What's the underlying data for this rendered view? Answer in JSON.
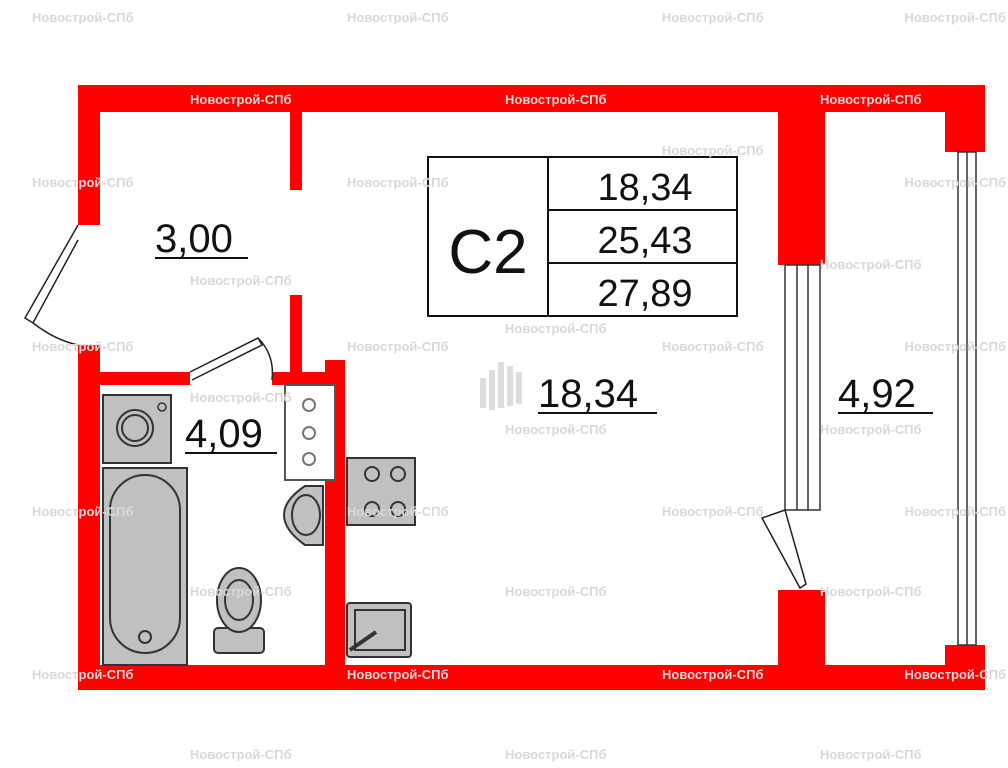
{
  "watermark": "Новострой-СПб",
  "colors": {
    "wall": "#ff0000",
    "fixture": "#c0c0c0"
  },
  "summary": {
    "type": "C2",
    "living_area": "18,34",
    "total_area": "25,43",
    "total_with_balcony": "27,89"
  },
  "rooms": {
    "hallway": "3,00",
    "bathroom": "4,09",
    "living_room": "18,34",
    "balcony": "4,92"
  }
}
